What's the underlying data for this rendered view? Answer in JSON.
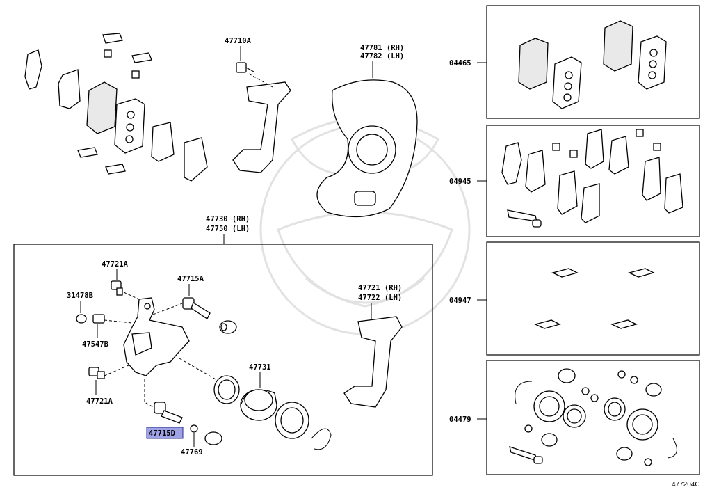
{
  "diagram_id": "477204C",
  "labels": {
    "p47710A": "47710A",
    "p47781": "47781 (RH)",
    "p47782": "47782 (LH)",
    "p47730": "47730 (RH)",
    "p47750": "47750 (LH)",
    "p47721A_top": "47721A",
    "p47715A": "47715A",
    "p31478B": "31478B",
    "p47547B": "47547B",
    "p47721A_bot": "47721A",
    "p47715D": "47715D",
    "p47769": "47769",
    "p47731": "47731",
    "p47721": "47721 (RH)",
    "p47722": "47722 (LH)",
    "p04465": "04465",
    "p04945": "04945",
    "p04947": "04947",
    "p04479": "04479"
  },
  "highlight_color": "#9fa3e6"
}
